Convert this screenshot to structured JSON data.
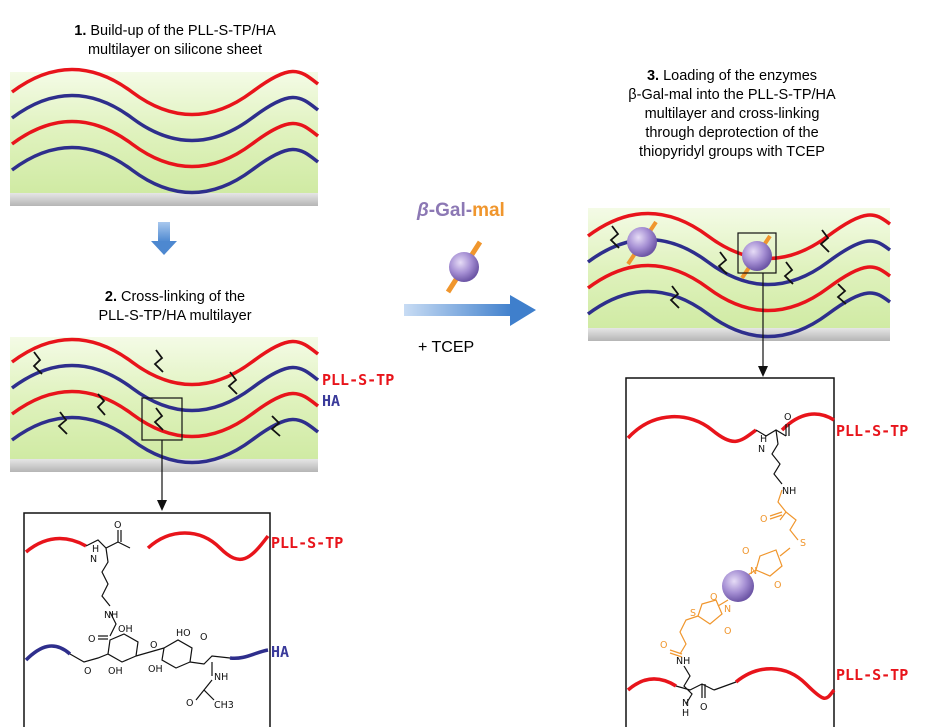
{
  "step1": {
    "number": "1.",
    "line1": "Build-up of the PLL-S-TP/HA",
    "line2": "multilayer on silicone sheet"
  },
  "step2": {
    "number": "2.",
    "line1": "Cross-linking of the",
    "line2": "PLL-S-TP/HA multilayer"
  },
  "step3": {
    "number": "3.",
    "line1": "Loading of the enzymes",
    "line2": "β-Gal-mal into the PLL-S-TP/HA",
    "line3": "multilayer and cross-linking",
    "line4": "through deprotection of the",
    "line5": "thiopyridyl groups with TCEP"
  },
  "enzyme": {
    "beta": "β",
    "gal": "-Gal-",
    "mal": "mal"
  },
  "reagent": "+ TCEP",
  "labels": {
    "pll_mid": "PLL-S-TP",
    "ha_mid": "HA",
    "pll_zoom_left": "PLL-S-TP",
    "ha_zoom_left": "HA",
    "pll_zoom_right_top": "PLL-S-TP",
    "pll_zoom_right_bottom": "PLL-S-TP"
  },
  "chem_labels": {
    "h": "H",
    "n": "N",
    "nh": "NH",
    "o": "O",
    "oh": "OH",
    "ho": "HO",
    "s": "S",
    "ch3": "CH3"
  },
  "colors": {
    "pll": "#e8141b",
    "ha": "#2e2e8c",
    "substrate_bg": "#d8f0b0",
    "substrate_floor": "#c8c8c8",
    "arrow_blue": "#4a86d0",
    "enzyme_purple": "#9a84c8",
    "maleimide_orange": "#f0962d"
  }
}
